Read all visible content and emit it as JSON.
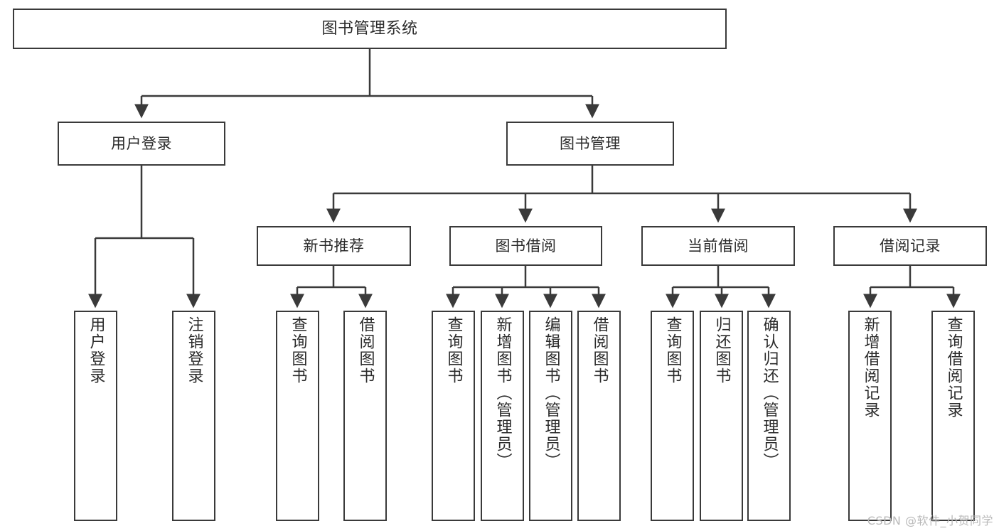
{
  "diagram": {
    "title": "图书管理系统",
    "type": "tree-hierarchy",
    "orientation": "top-down"
  },
  "nodes": {
    "root": {
      "label": "图书管理系统"
    },
    "level2": [
      {
        "id": "user-login",
        "label": "用户登录"
      },
      {
        "id": "book-manage",
        "label": "图书管理"
      }
    ],
    "level3": [
      {
        "id": "new-book-recommend",
        "label": "新书推荐"
      },
      {
        "id": "book-borrow",
        "label": "图书借阅"
      },
      {
        "id": "current-borrow",
        "label": "当前借阅"
      },
      {
        "id": "borrow-record",
        "label": "借阅记录"
      }
    ],
    "leaves": {
      "user_login": [
        {
          "id": "leaf-user-login",
          "label": "用户登录"
        },
        {
          "id": "leaf-logout-login",
          "label": "注销登录"
        }
      ],
      "new_book_recommend": [
        {
          "id": "leaf-query-book-1",
          "label": "查询图书"
        },
        {
          "id": "leaf-borrow-book-1",
          "label": "借阅图书"
        }
      ],
      "book_borrow": [
        {
          "id": "leaf-query-book-2",
          "label": "查询图书"
        },
        {
          "id": "leaf-add-book",
          "label": "新增图书（管理员）"
        },
        {
          "id": "leaf-edit-book",
          "label": "编辑图书（管理员）"
        },
        {
          "id": "leaf-borrow-book-2",
          "label": "借阅图书"
        }
      ],
      "current_borrow": [
        {
          "id": "leaf-query-book-3",
          "label": "查询图书"
        },
        {
          "id": "leaf-return-book",
          "label": "归还图书"
        },
        {
          "id": "leaf-confirm-return",
          "label": "确认归还（管理员）"
        }
      ],
      "borrow_record": [
        {
          "id": "leaf-add-record",
          "label": "新增借阅记录"
        },
        {
          "id": "leaf-query-record",
          "label": "查询借阅记录"
        }
      ]
    }
  },
  "watermark": {
    "text": "CSDN @软件_小贺同学"
  },
  "colors": {
    "stroke": "#3a3a3a",
    "fill": "#ffffff",
    "text": "#2b2b2b",
    "watermark": "#b9b9b9"
  }
}
